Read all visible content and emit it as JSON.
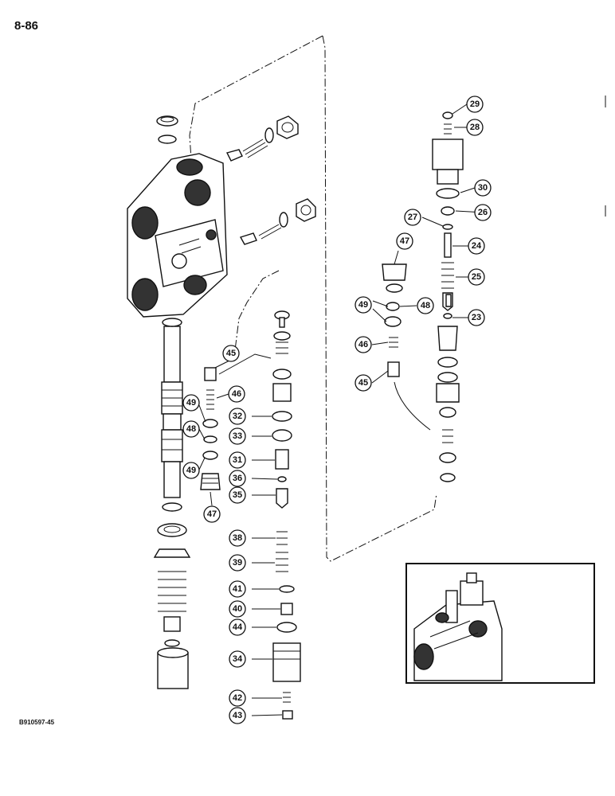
{
  "page": {
    "number": "8-86",
    "figure_code": "B910597-45"
  },
  "callouts": {
    "c23": "23",
    "c24": "24",
    "c25": "25",
    "c26": "26",
    "c27": "27",
    "c28": "28",
    "c29": "29",
    "c30": "30",
    "c31": "31",
    "c32": "32",
    "c33": "33",
    "c34": "34",
    "c35": "35",
    "c36": "36",
    "c38": "38",
    "c39": "39",
    "c40": "40",
    "c41": "41",
    "c42": "42",
    "c43": "43",
    "c44": "44",
    "c45a": "45",
    "c45b": "45",
    "c46a": "46",
    "c46b": "46",
    "c47a": "47",
    "c47b": "47",
    "c48a": "48",
    "c48b": "48",
    "c49a": "49",
    "c49b": "49",
    "c49c": "49"
  }
}
